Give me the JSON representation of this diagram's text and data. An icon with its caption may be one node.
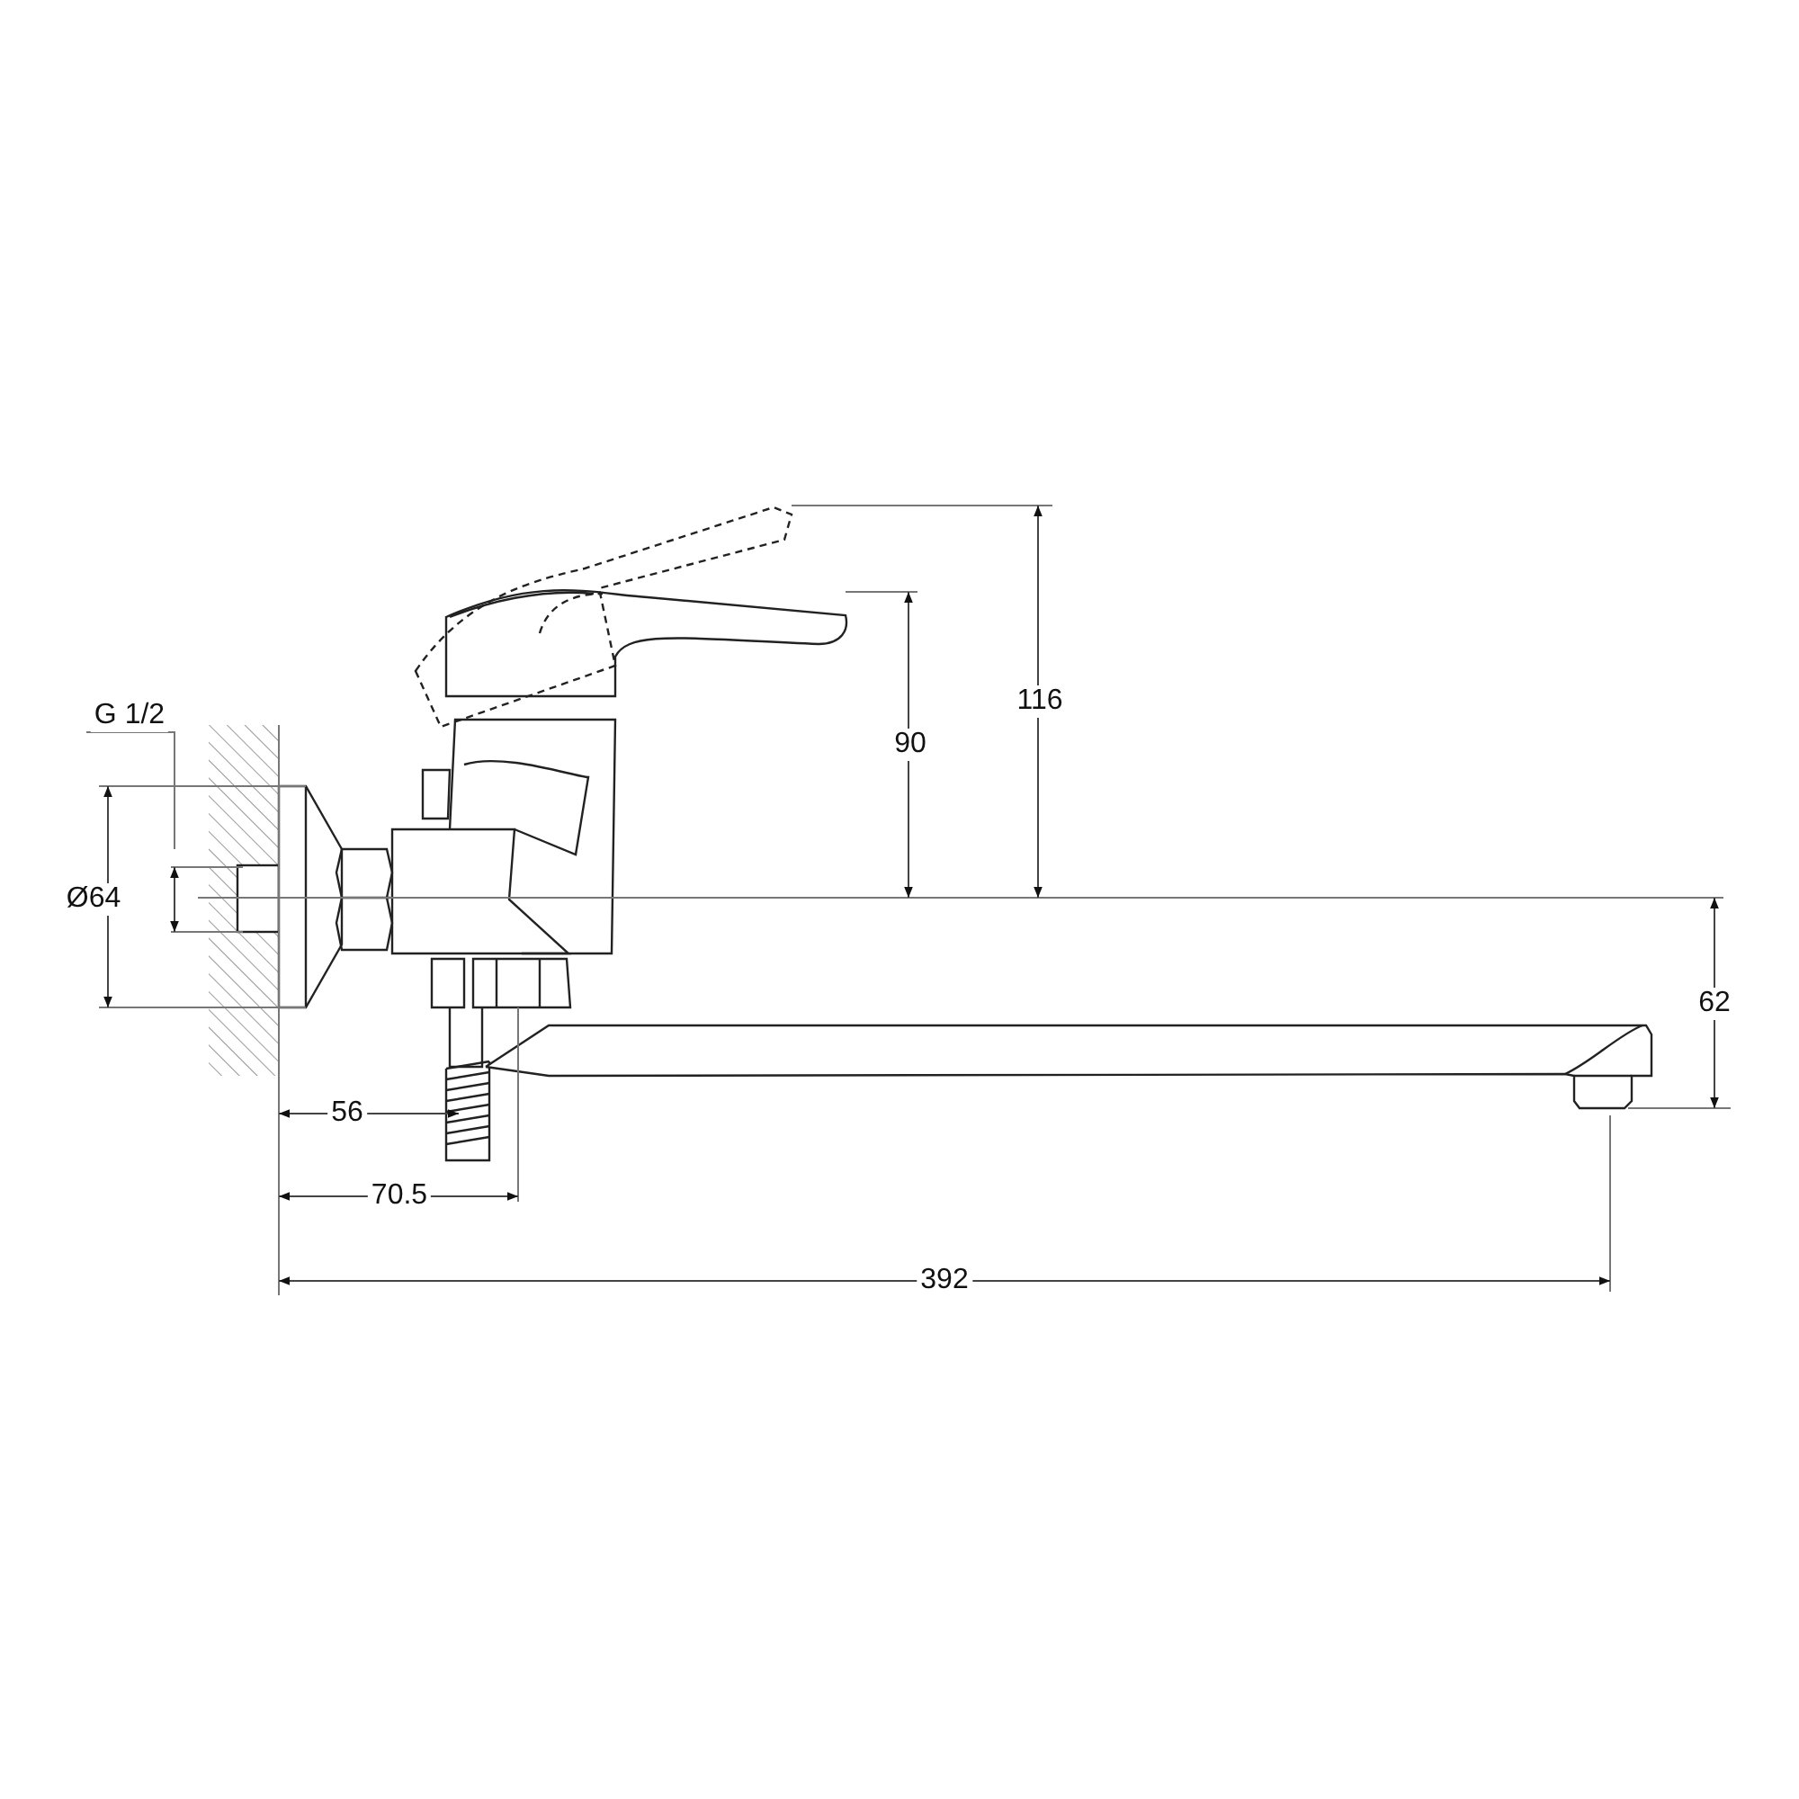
{
  "diagram": {
    "labels": [
      "G 1/2",
      "Ø64",
      "90",
      "116",
      "62",
      "56",
      "70.5",
      "392"
    ]
  }
}
